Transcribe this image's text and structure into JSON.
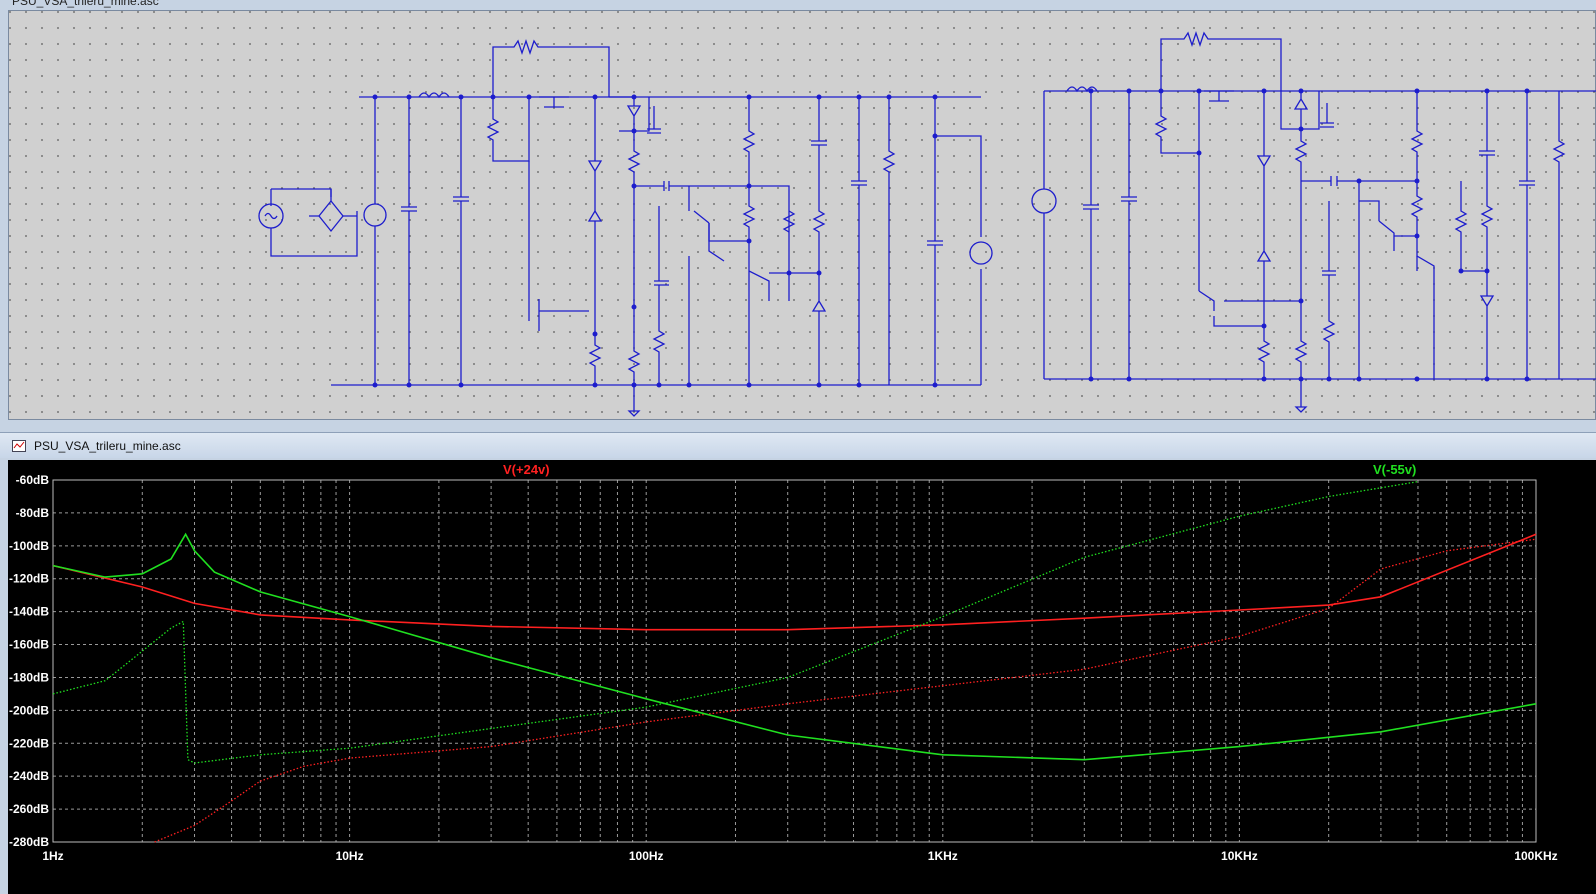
{
  "schematic_window": {
    "title": "PSU_VSA_trileru_mine.asc"
  },
  "plot_window": {
    "title": "PSU_VSA_trileru_mine.asc"
  },
  "colors": {
    "trace_pos": "#ff2020",
    "trace_neg": "#20e020",
    "wire": "#1d1dcc",
    "grid": "#9a9a9a"
  },
  "chart_data": {
    "type": "line",
    "x_scale": "log",
    "xlim_hz": [
      1,
      100000
    ],
    "ylim_db": [
      -280,
      -60
    ],
    "x_ticks": [
      "1Hz",
      "10Hz",
      "100Hz",
      "1KHz",
      "10KHz",
      "100KHz"
    ],
    "y_ticks": [
      "-60dB",
      "-80dB",
      "-100dB",
      "-120dB",
      "-140dB",
      "-160dB",
      "-180dB",
      "-200dB",
      "-220dB",
      "-240dB",
      "-260dB",
      "-280dB"
    ],
    "grid": true,
    "series": [
      {
        "name": "V(+24v)",
        "color": "#ff2020",
        "magnitude_db": {
          "x": [
            1,
            2,
            3,
            5,
            10,
            30,
            100,
            300,
            1000,
            3000,
            10000,
            20000,
            30000,
            100000
          ],
          "y": [
            -112,
            -125,
            -135,
            -142,
            -145,
            -149,
            -151,
            -151,
            -148,
            -144,
            -139,
            -136,
            -131,
            -93
          ]
        },
        "phase_dotted": {
          "x": [
            2.2,
            3,
            4,
            5,
            7,
            10,
            30,
            100,
            300,
            1000,
            3000,
            10000,
            20000,
            30000,
            50000,
            100000
          ],
          "y": [
            -280,
            -270,
            -255,
            -243,
            -234,
            -229,
            -222,
            -207,
            -196,
            -185,
            -175,
            -155,
            -138,
            -114,
            -103,
            -96
          ]
        }
      },
      {
        "name": "V(-55v)",
        "color": "#20e020",
        "magnitude_db": {
          "x": [
            1,
            1.5,
            2,
            2.5,
            2.8,
            3,
            3.5,
            5,
            10,
            30,
            100,
            300,
            1000,
            3000,
            10000,
            30000,
            100000
          ],
          "y": [
            -112,
            -119,
            -117,
            -108,
            -93,
            -103,
            -116,
            -128,
            -143,
            -168,
            -193,
            -215,
            -227,
            -230,
            -222,
            -213,
            -196
          ]
        },
        "phase_dotted": {
          "x": [
            1,
            1.5,
            2,
            2.5,
            2.75,
            2.85,
            3,
            5,
            10,
            30,
            100,
            300,
            1000,
            3000,
            10000,
            20000,
            40000
          ],
          "y": [
            -190,
            -182,
            -164,
            -150,
            -146,
            -230,
            -232,
            -227,
            -223,
            -211,
            -198,
            -180,
            -143,
            -107,
            -82,
            -70,
            -61
          ]
        }
      }
    ]
  }
}
